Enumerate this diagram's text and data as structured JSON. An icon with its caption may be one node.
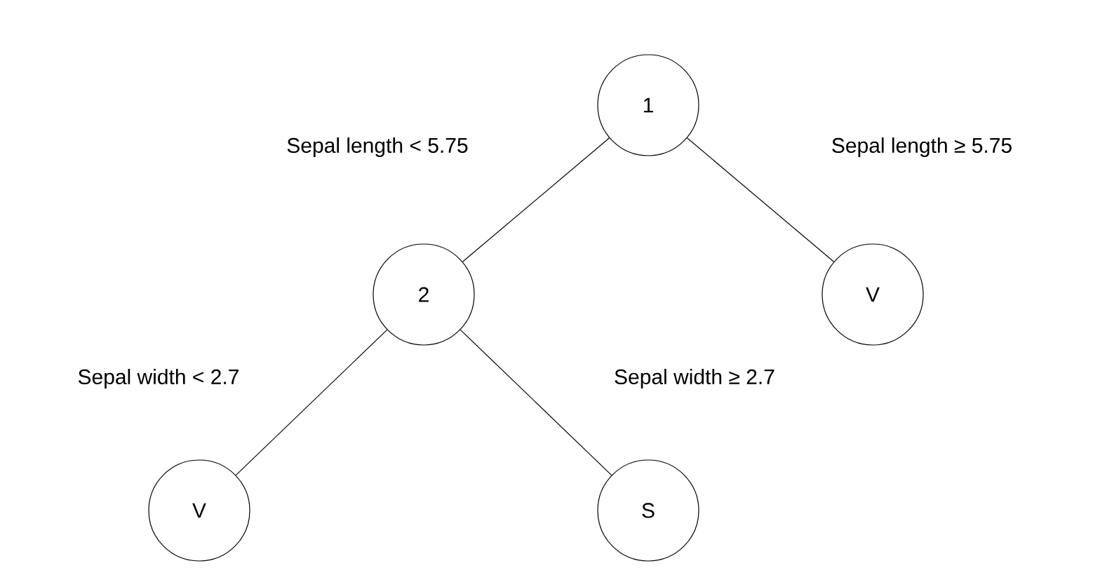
{
  "diagram": {
    "nodes": [
      {
        "text": [
          "1"
        ]
      },
      {
        "text": [
          "2"
        ]
      },
      {
        "text": [
          "V"
        ]
      },
      {
        "text": [
          "V"
        ]
      },
      {
        "text": [
          "S"
        ]
      }
    ],
    "edges": [
      {
        "from": 0,
        "to": 1,
        "arrow": "none",
        "label": "Sepal length < 5.75"
      },
      {
        "from": 0,
        "to": 2,
        "arrow": "none",
        "label": "Sepal length ≥ 5.75"
      },
      {
        "from": 1,
        "to": 3,
        "arrow": "none",
        "label": "Sepal width < 2.7"
      },
      {
        "from": 1,
        "to": 4,
        "arrow": "none",
        "label": "Sepal width ≥ 2.7"
      }
    ]
  }
}
